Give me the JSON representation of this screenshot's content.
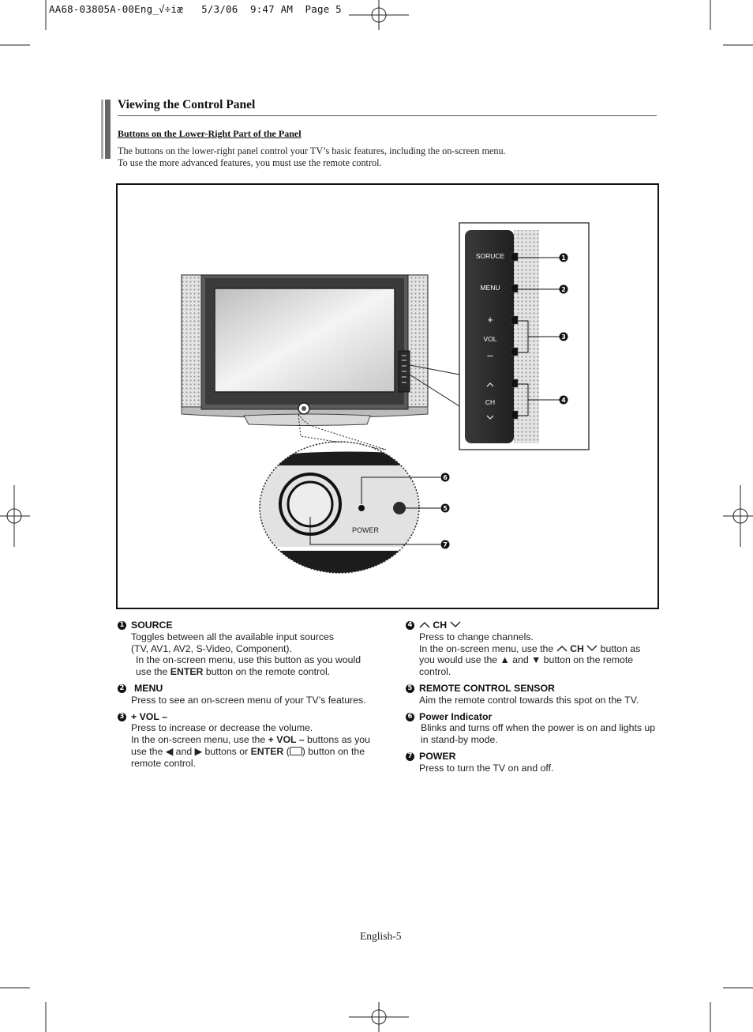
{
  "header_slug": {
    "file": "AA68-03805A-00Eng_√÷iæ",
    "date": "5/3/06",
    "time": "9:47 AM",
    "page": "Page 5"
  },
  "section": {
    "title": "Viewing the Control Panel",
    "subheading": "Buttons on the Lower-Right Part of the Panel",
    "intro": [
      "The buttons on the lower-right panel control your TV’s basic features, including the on-screen menu.",
      "To use the more advanced features, you must use the remote control."
    ]
  },
  "figure": {
    "panel_labels": {
      "source": "SORUCE",
      "menu": "MENU",
      "vol_plus": "+",
      "vol": "VOL",
      "vol_minus": "–",
      "ch_up": "‸",
      "ch": "CH",
      "ch_down": "‸"
    },
    "power_label": "POWER",
    "callouts": [
      "1",
      "2",
      "3",
      "4",
      "5",
      "6",
      "7"
    ]
  },
  "items": {
    "source": {
      "num": "1",
      "title": "SOURCE",
      "lines": [
        "Toggles between all the available input sources",
        "(TV, AV1, AV2, S-Video, Component)."
      ],
      "note_prefix": "In the on-screen menu, use this button as you would use the ",
      "note_bold": "ENTER",
      "note_suffix": " button on the remote control."
    },
    "menu": {
      "num": "2",
      "title": "MENU",
      "text": "Press to see an on-screen menu of your TV’s features."
    },
    "vol": {
      "num": "3",
      "title": "+ VOL –",
      "line1": "Press to increase or decrease the volume.",
      "t1": "In the on-screen menu, use the ",
      "b1": "+ VOL –",
      "t2": " buttons as you use the ",
      "left_tri": "◀",
      "t3": " and ",
      "right_tri": "▶",
      "t4": " buttons or ",
      "b2": "ENTER",
      "t5": " (",
      "t6": ") button on the remote control."
    },
    "ch": {
      "num": "4",
      "title": "CH",
      "line1": "Press to change channels.",
      "t1": "In the on-screen menu, use the ",
      "b1": "CH",
      "t2": " button as you would use the ",
      "up_tri": "▲",
      "t3": " and ",
      "down_tri": "▼",
      "t4": " button on the remote control."
    },
    "sensor": {
      "num": "5",
      "title": "REMOTE CONTROL SENSOR",
      "text": "Aim the remote control towards this spot on the TV."
    },
    "indicator": {
      "num": "6",
      "title": "Power Indicator",
      "text": "Blinks and turns off when the power is on and lights up in stand-by mode."
    },
    "power": {
      "num": "7",
      "title": "POWER",
      "text": "Press to turn the TV on and off."
    }
  },
  "footer": "English-5"
}
